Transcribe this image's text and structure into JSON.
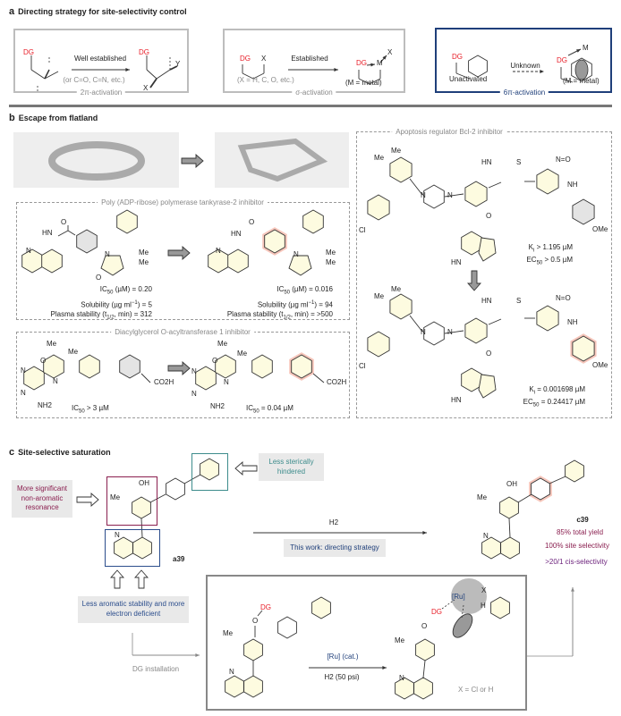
{
  "panel_a": {
    "letter": "a",
    "title": "Directing strategy for site-selectivity control",
    "box1": {
      "dg": "DG",
      "arrow_label": "Well established",
      "dg_product": "DG",
      "x": "X",
      "y": "Y",
      "note": "(or C=O, C=N, etc.)",
      "caption": "2π-activation"
    },
    "box2": {
      "dg": "DG",
      "x": "X",
      "arrow_label": "Established",
      "dg_product": "DG",
      "m": "M",
      "x_product": "X",
      "note": "(X = H, C, O, etc.)",
      "metal_note": "(M = metal)",
      "caption": "σ-activation"
    },
    "box3": {
      "dg": "DG",
      "status": "Unactivated",
      "arrow_label": "Unknown",
      "dg_product": "DG",
      "m": "M",
      "metal_note": "(M = metal)",
      "caption": "6π-activation"
    }
  },
  "panel_b": {
    "letter": "b",
    "title": "Escape from flatland",
    "parp": {
      "caption": "Poly (ADP-ribose) polymerase tankyrase-2 inhibitor",
      "atoms": {
        "o": "O",
        "hn": "HN",
        "n": "N",
        "me": "Me",
        "o2": "O"
      },
      "left": [
        {
          "pre": "IC",
          "sub": "50",
          "post": " (µM) = 0.20"
        },
        {
          "pre": "Solubility (µg ml",
          "sup": "−1",
          "post": ") = 5"
        },
        {
          "pre": "Plasma stability (t",
          "sub": "1/2",
          "post": ", min) = 312"
        }
      ],
      "right": [
        {
          "pre": "IC",
          "sub": "50",
          "post": " (µM) = 0.016"
        },
        {
          "pre": "Solubility (µg ml",
          "sup": "−1",
          "post": ") = 94"
        },
        {
          "pre": "Plasma stability (t",
          "sub": "1/2",
          "post": ", min) = >500"
        }
      ]
    },
    "dgat": {
      "caption": "Diacylglycerol O-acyltransferase 1 inhibitor",
      "atoms": {
        "me": "Me",
        "o": "O",
        "n": "N",
        "nh2": "NH2",
        "co2h": "CO2H"
      },
      "left": {
        "pre": "IC",
        "sub": "50",
        "post": " > 3 µM"
      },
      "right": {
        "pre": "IC",
        "sub": "50",
        "post": " = 0.04 µM"
      }
    },
    "bcl2": {
      "caption": "Apoptosis regulator Bcl-2 inhibitor",
      "atoms": {
        "me": "Me",
        "cl": "Cl",
        "n": "N",
        "o": "O",
        "hn": "HN",
        "s": "S",
        "no": "N=O",
        "nh": "NH",
        "ome": "OMe"
      },
      "top": [
        {
          "pre": "K",
          "sub": "i",
          "post": " > 1.195 µM"
        },
        {
          "pre": "EC",
          "sub": "50",
          "post": " > 0.5 µM"
        }
      ],
      "bottom": [
        {
          "pre": "K",
          "sub": "i",
          "post": " = 0.001698 µM"
        },
        {
          "pre": "EC",
          "sub": "50",
          "post": " = 0.24417 µM"
        }
      ]
    }
  },
  "panel_c": {
    "letter": "c",
    "title": "Site-selective saturation",
    "resonance_note": "More significant non-aromatic resonance",
    "steric_note": "Less sterically hindered",
    "aromatic_note": "Less aromatic stability and more electron deficient",
    "atoms": {
      "oh": "OH",
      "me": "Me",
      "n": "N",
      "o": "O",
      "dg": "DG",
      "ru": "[Ru]",
      "x": "X",
      "h": "H"
    },
    "substrate_label": "a39",
    "reagent": "H2",
    "strategy_label": "This work: directing strategy",
    "product_label": "c39",
    "yield": "85% total yield",
    "site_selectivity": "100% site selectivity",
    "cis_selectivity": ">20/1 cis-selectivity",
    "dg_installation": "DG installation",
    "catalyst": "[Ru] (cat.)",
    "pressure": "H2 (50 psi)",
    "x_note": "X = Cl or H"
  },
  "colors": {
    "dg_red": "#e8202a",
    "highlight_pink": "#f6c6bb",
    "ring_yellow": "#fdfbe0",
    "ring_grey": "#e4e4e4",
    "resonance": "#8a1f4f",
    "steric": "#3d8c8c",
    "aromatic_blue": "#2b4d8c",
    "activation_blue": "#1f3f7a"
  }
}
